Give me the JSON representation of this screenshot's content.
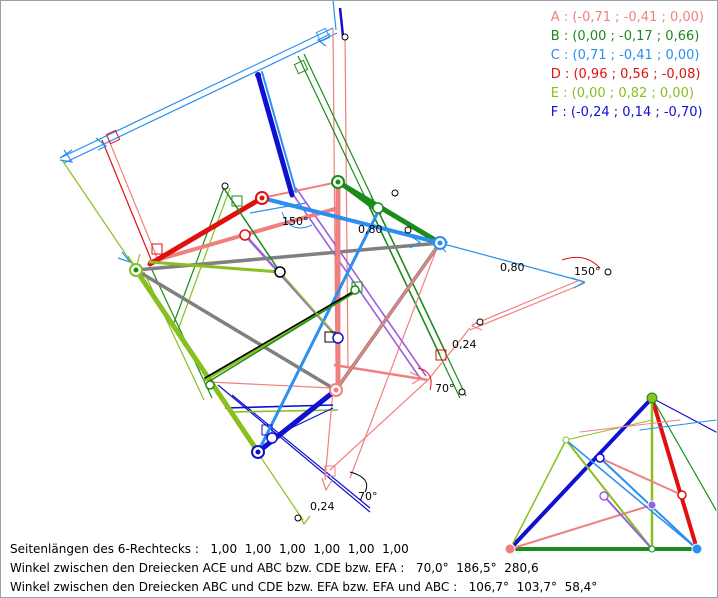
{
  "legend": [
    {
      "text": "A : (-0,71 ; -0,41 ; 0,00)",
      "color": "#f08080"
    },
    {
      "text": "B : (0,00 ; -0,17 ; 0,66)",
      "color": "#1a8c1a"
    },
    {
      "text": "C : (0,71 ; -0,41 ; 0,00)",
      "color": "#2a8ff0"
    },
    {
      "text": "D : (0,96 ; 0,56 ; -0,08)",
      "color": "#e01010"
    },
    {
      "text": "E : (0,00 ; 0,82 ; 0,00)",
      "color": "#88c020"
    },
    {
      "text": "F : (-0,24 ; 0,14 ; -0,70)",
      "color": "#1010d0"
    }
  ],
  "annotations": {
    "angle_150_a": "150°",
    "len_080_a": "0,80",
    "len_080_b": "0,80",
    "angle_150_b": "150°",
    "len_024_a": "0,24",
    "angle_70_a": "70°",
    "angle_70_b": "70°",
    "len_024_b": "0,24"
  },
  "footer": {
    "line1_label": "Seitenlängen des 6-Rechtecks :",
    "line1_values": "1,00  1,00  1,00  1,00  1,00  1,00",
    "line2_label": "Winkel zwischen den Dreiecken ACE und ABC bzw. CDE bzw. EFA :",
    "line2_values": "70,0°  186,5°  280,6",
    "line3_label": "Winkel zwischen den Dreiecken ABC und CDE bzw. EFA bzw. EFA und ABC :",
    "line3_values": "106,7°  103,7°  58,4°"
  }
}
